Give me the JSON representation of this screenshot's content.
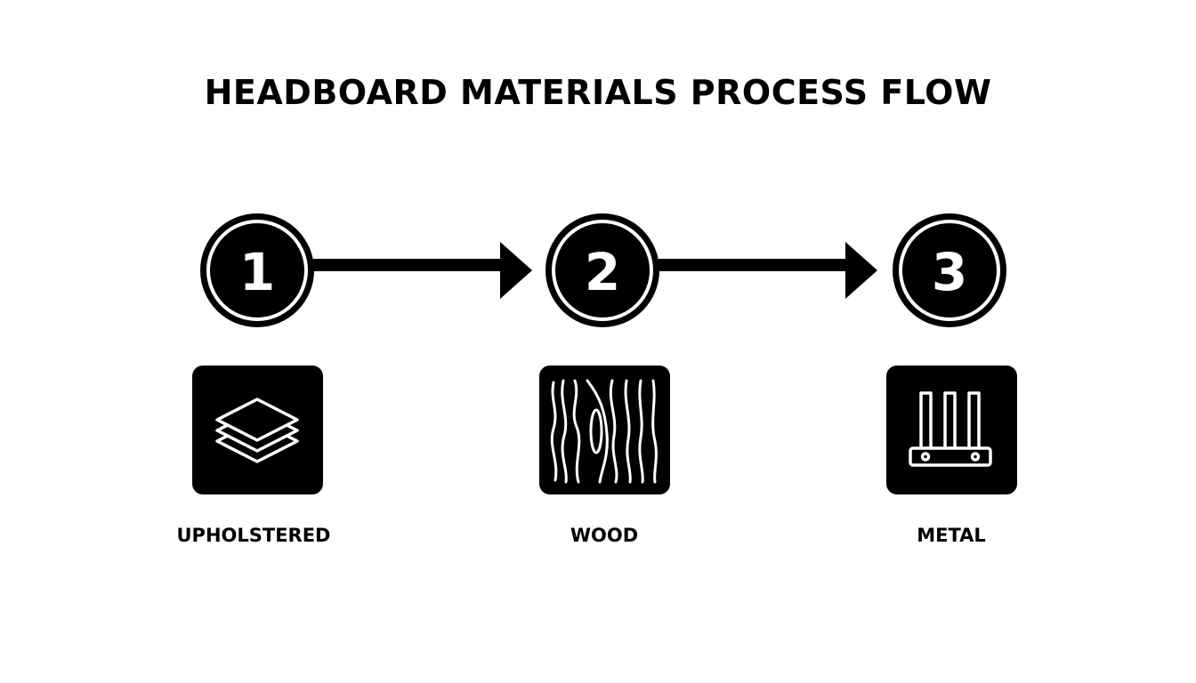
{
  "title": "HEADBOARD MATERIALS PROCESS FLOW",
  "colors": {
    "foreground": "#000000",
    "background": "#ffffff"
  },
  "steps": [
    {
      "number": "1",
      "label": "UPHOLSTERED",
      "icon": "layered-cushion-icon"
    },
    {
      "number": "2",
      "label": "WOOD",
      "icon": "wood-grain-icon"
    },
    {
      "number": "3",
      "label": "METAL",
      "icon": "metal-bracket-icon"
    }
  ]
}
